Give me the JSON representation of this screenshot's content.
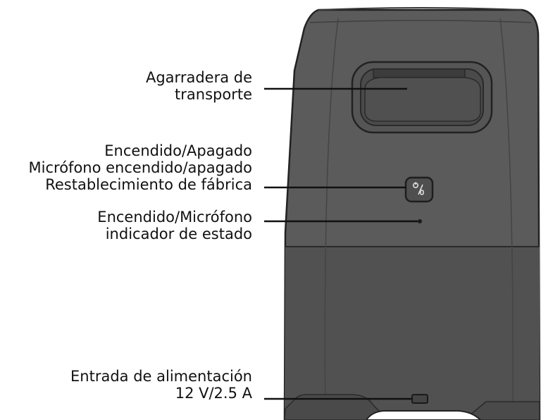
{
  "callouts": {
    "carry_handle": {
      "lines": [
        "Agarradera de",
        "transporte"
      ]
    },
    "power_button": {
      "lines": [
        "Encendido/Apagado",
        "Micrófono encendido/apagado",
        "Restablecimiento de fábrica"
      ]
    },
    "status_indicator": {
      "lines": [
        "Encendido/Micrófono",
        "indicador de estado"
      ]
    },
    "power_input": {
      "lines": [
        "Entrada de alimentación",
        "12 V/2.5 A"
      ]
    }
  },
  "icons": {
    "button_symbol": "power-mic-toggle-icon"
  },
  "colors": {
    "body": "#5b5b5b",
    "body_lower": "#525252",
    "outline": "#222222",
    "leader_line": "#111111",
    "text": "#111111"
  }
}
